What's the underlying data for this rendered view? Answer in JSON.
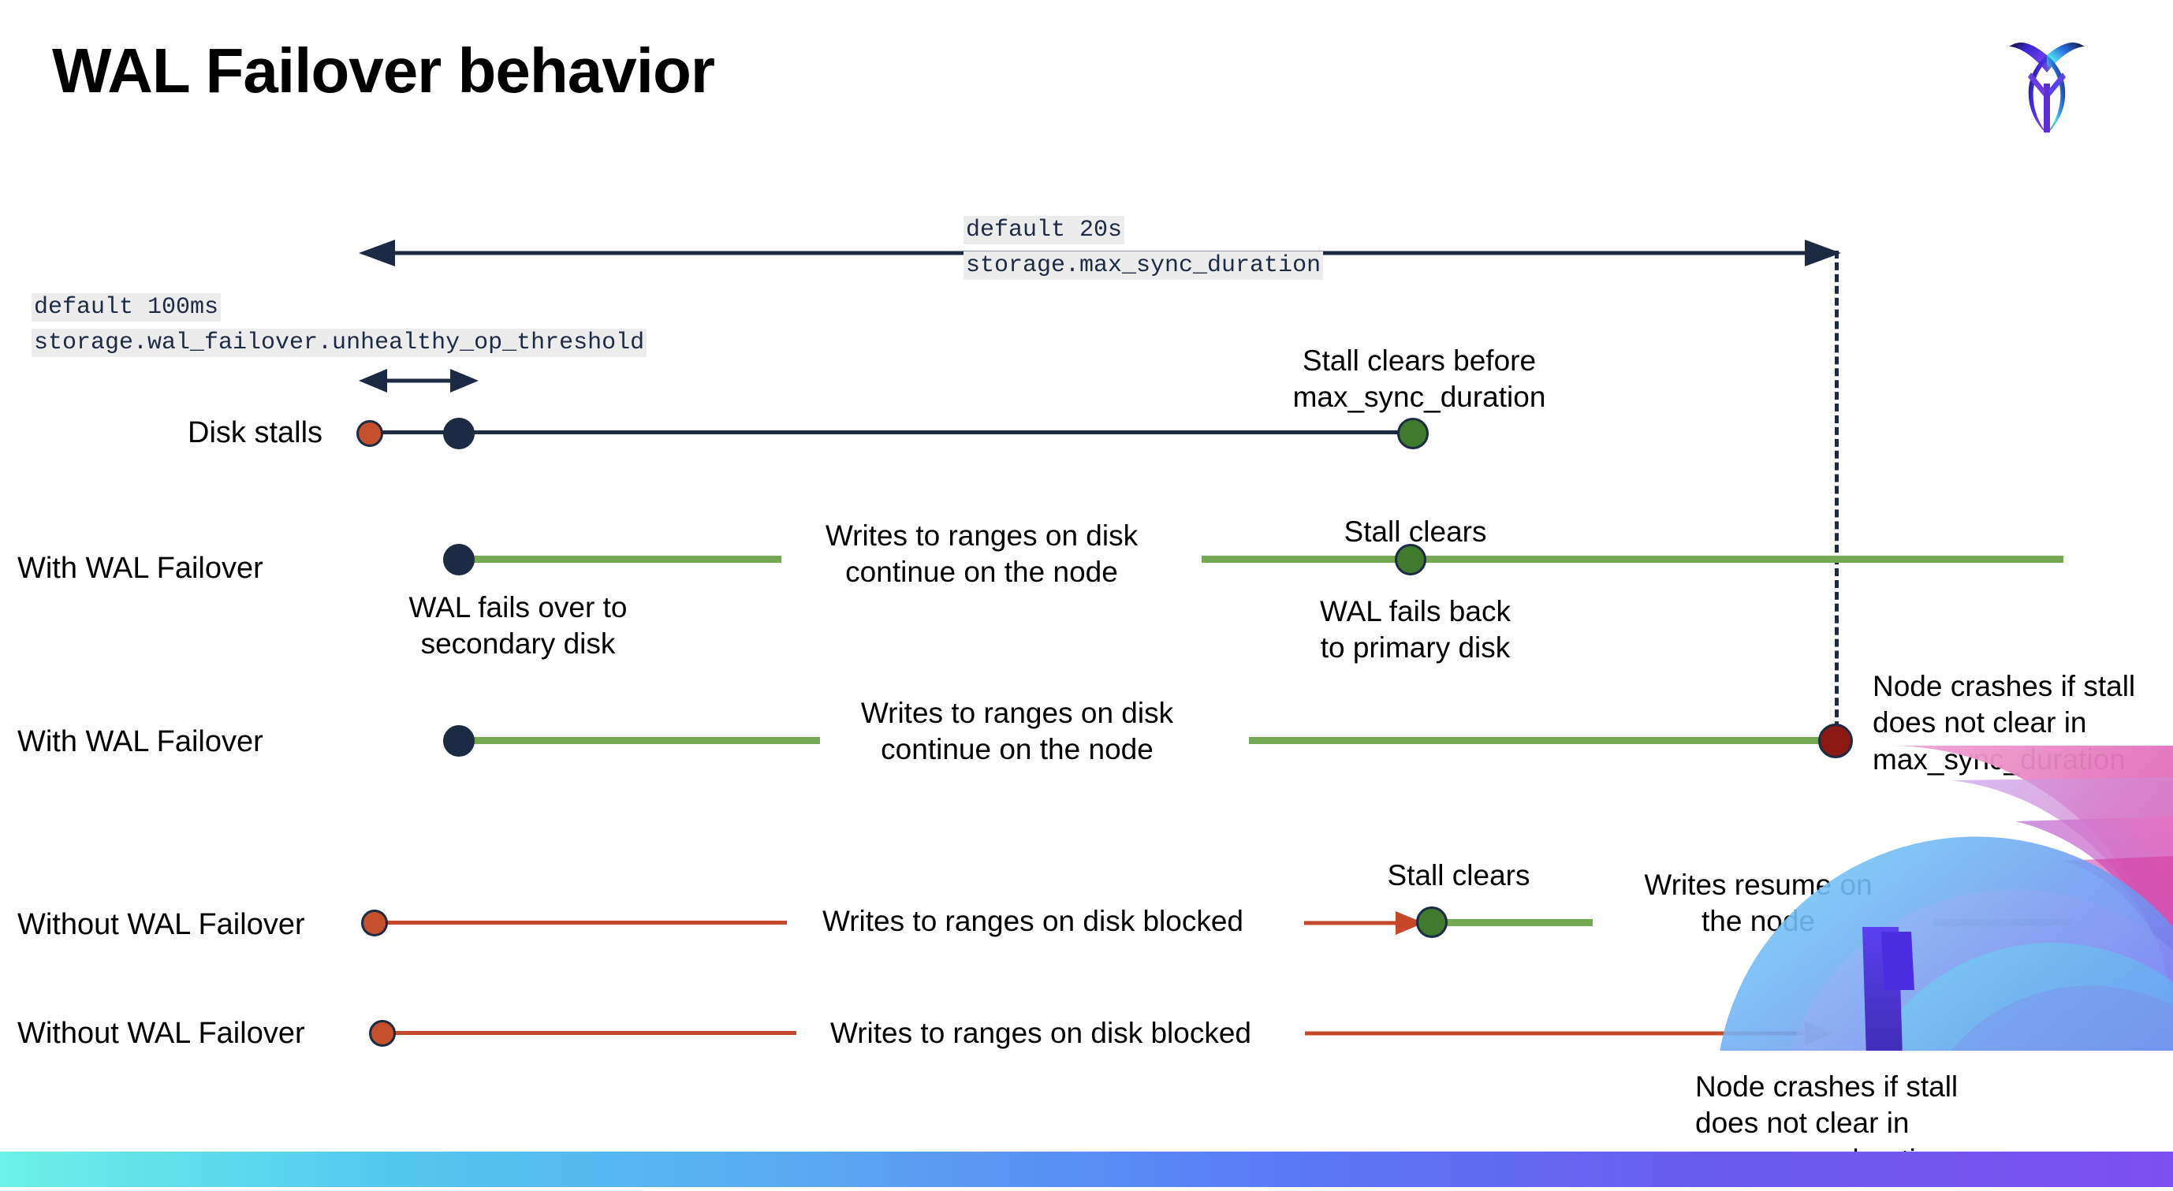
{
  "title": "WAL Failover behavior",
  "logo": {
    "name": "cockroachdb-logo"
  },
  "colors": {
    "navy": "#1d2a44",
    "green_line": "#74a852",
    "green_dot": "#3f7a2e",
    "orange": "#c4502e",
    "dark_red": "#8c1a14",
    "chip_bg": "#ececec"
  },
  "top_scale": {
    "default_label": "default 20s",
    "setting_label": "storage.max_sync_duration"
  },
  "threshold_scale": {
    "default_label": "default 100ms",
    "setting_label": "storage.wal_failover.unhealthy_op_threshold"
  },
  "rows": [
    {
      "label": "Disk stalls",
      "annotation": "Stall clears before\nmax_sync_duration"
    },
    {
      "label": "With WAL Failover",
      "annotation_mid": "Writes to ranges on disk\ncontinue on the node",
      "annotation_stall": "Stall clears",
      "annotation_below_start": "WAL fails over to\nsecondary disk",
      "annotation_below_mid": "WAL fails  back\nto primary disk"
    },
    {
      "label": "With WAL Failover",
      "annotation_mid": "Writes to ranges on disk\ncontinue on the node",
      "annotation_end": "Node crashes if stall\ndoes not clear in\nmax_sync_duration"
    },
    {
      "label": "Without WAL Failover",
      "annotation_mid": "Writes to ranges on disk  blocked",
      "annotation_stall": "Stall clears",
      "annotation_resume": "Writes resume on\nthe node"
    },
    {
      "label": "Without WAL Failover",
      "annotation_mid": "Writes to ranges on disk  blocked",
      "annotation_end": "Node crashes if stall\ndoes not clear in\nmax_sync_duration"
    }
  ]
}
